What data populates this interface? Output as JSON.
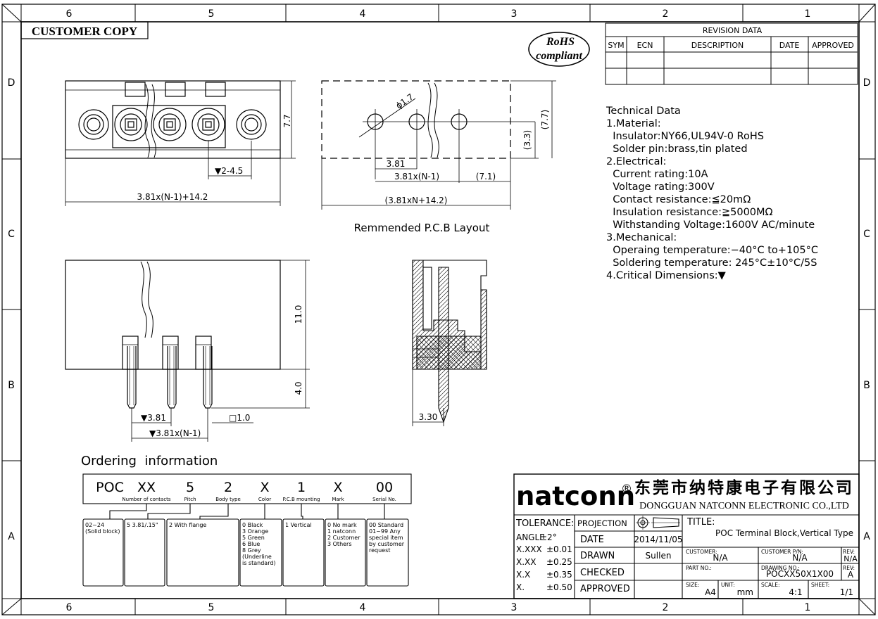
{
  "frame": {
    "top_zones": [
      "6",
      "5",
      "4",
      "3",
      "2",
      "1"
    ],
    "bottom_zones": [
      "6",
      "5",
      "4",
      "3",
      "2",
      "1"
    ],
    "left_zones": [
      "D",
      "C",
      "B",
      "A"
    ],
    "right_zones": [
      "D",
      "C",
      "B",
      "A"
    ]
  },
  "stamp": "CUSTOMER COPY",
  "rohs": {
    "line1": "RoHS",
    "line2": "compliant"
  },
  "revision": {
    "title": "REVISION DATA",
    "headers": [
      "SYM",
      "ECN",
      "DESCRIPTION",
      "DATE",
      "APPROVED"
    ]
  },
  "technical": {
    "lines": [
      "Technical Data",
      "1.Material:",
      "  Insulator:NY66,UL94V-0 RoHS",
      "  Solder pin:brass,tin plated",
      "2.Electrical:",
      "  Current rating:10A",
      "  Voltage rating:300V",
      "  Contact resistance:≦20mΩ",
      "  Insulation resistance:≧5000MΩ",
      "  Withstanding Voltage:1600V AC/minute",
      "3.Mechanical:",
      "  Operaing temperature:−40°C to+105°C",
      "  Soldering temperature: 245°C±10°C/5S",
      "4.Critical Dimensions:▼"
    ]
  },
  "dimensions": {
    "top_height": "7.7",
    "pin_small": "▼2-4.5",
    "top_width": "3.81x(N-1)+14.2",
    "hole_dia": "ϕ1.7",
    "hole_height": "(3.3)",
    "pcb_height": "(7.7)",
    "pitch": "3.81",
    "pcb_span": "3.81x(N-1)",
    "pcb_offset": "(7.1)",
    "pcb_total": "(3.81xN+14.2)",
    "body_height": "11.0",
    "pin_length": "4.0",
    "front_pitch": "▼3.81",
    "pin_square": "□1.0",
    "front_span": "▼3.81x(N-1)",
    "side_width": "3.30"
  },
  "pcb_caption": "Remmended P.C.B Layout",
  "ordering": {
    "title": "Ordering  information",
    "codes": [
      "POC",
      "XX",
      "5",
      "2",
      "X",
      "1",
      "X",
      "00"
    ],
    "labels": [
      "Number of contacts",
      "Pitch",
      "Body type",
      "Color",
      "P.C.B mounting",
      "Mark",
      "Serial No."
    ],
    "options": [
      "02~24\n(Solid block)",
      "5  3.81/.15\"",
      "2  With flange",
      "0  Black\n3  Orange\n5  Green\n6  Blue\n8  Grey\n(Underline\nis standard)",
      "1  Vertical",
      "0  No mark\n1  natconn\n2  Customer\n3  Others",
      "00 Standard\n01~99 Any\nspecial item\nby customer\nrequest"
    ]
  },
  "titleblock": {
    "brand": "natconn",
    "reg": "®",
    "company_cn": "东莞市纳特康电子有限公司",
    "company_en": "DONGGUAN NATCONN ELECTRONIC CO.,LTD",
    "tolerance_label": "TOLERANCE:",
    "tolerances": [
      {
        "k": "ANGLE",
        "v": "±2°"
      },
      {
        "k": "X.XXX",
        "v": "±0.01"
      },
      {
        "k": "X.XX",
        "v": "±0.25"
      },
      {
        "k": "X.X",
        "v": "±0.35"
      },
      {
        "k": "X.",
        "v": "±0.50"
      }
    ],
    "projection_label": "PROJECTION",
    "date_label": "DATE",
    "date": "2014/11/05",
    "drawn_label": "DRAWN",
    "drawn": "Sullen",
    "checked_label": "CHECKED",
    "approved_label": "APPROVED",
    "title_label": "TITLE:",
    "title": "POC  Terminal Block,Vertical Type",
    "customer_label": "CUSTOMER:",
    "customer": "N/A",
    "customer_pn_label": "CUSTOMER P/N:",
    "customer_pn": "N/A",
    "rev_label": "REV:",
    "rev_top": "N/A",
    "partno_label": "PART NO.:",
    "drawing_no_label": "DRAWING NO.:",
    "drawing_no": "POCXX50X1X00",
    "rev_bottom": "A",
    "size_label": "SIZE:",
    "size": "A4",
    "unit_label": "UNIT:",
    "unit": "mm",
    "scale_label": "SCALE:",
    "scale": "4:1",
    "sheet_label": "SHEET:",
    "sheet": "1/1"
  }
}
